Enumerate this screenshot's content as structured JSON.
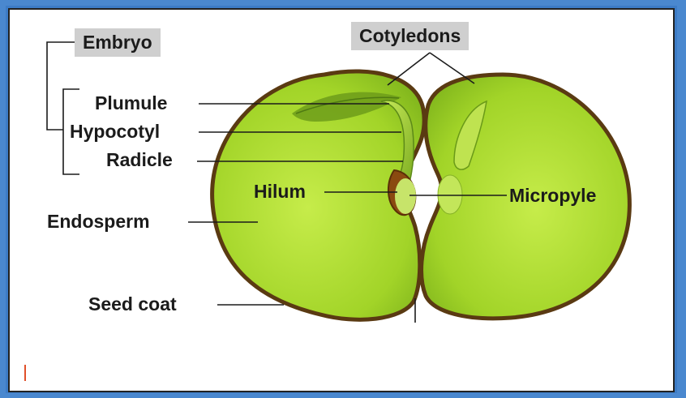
{
  "labels": {
    "embryo": "Embryo",
    "cotyledons": "Cotyledons",
    "plumule": "Plumule",
    "hypocotyl": "Hypocotyl",
    "radicle": "Radicle",
    "hilum": "Hilum",
    "micropyle": "Micropyle",
    "endosperm": "Endosperm",
    "seed_coat": "Seed coat"
  },
  "colors": {
    "frame_blue": "#3d7cc6",
    "seed_green": "#a6d930",
    "seed_coat_brown": "#5a3a12",
    "label_box": "#cfcfcf"
  }
}
